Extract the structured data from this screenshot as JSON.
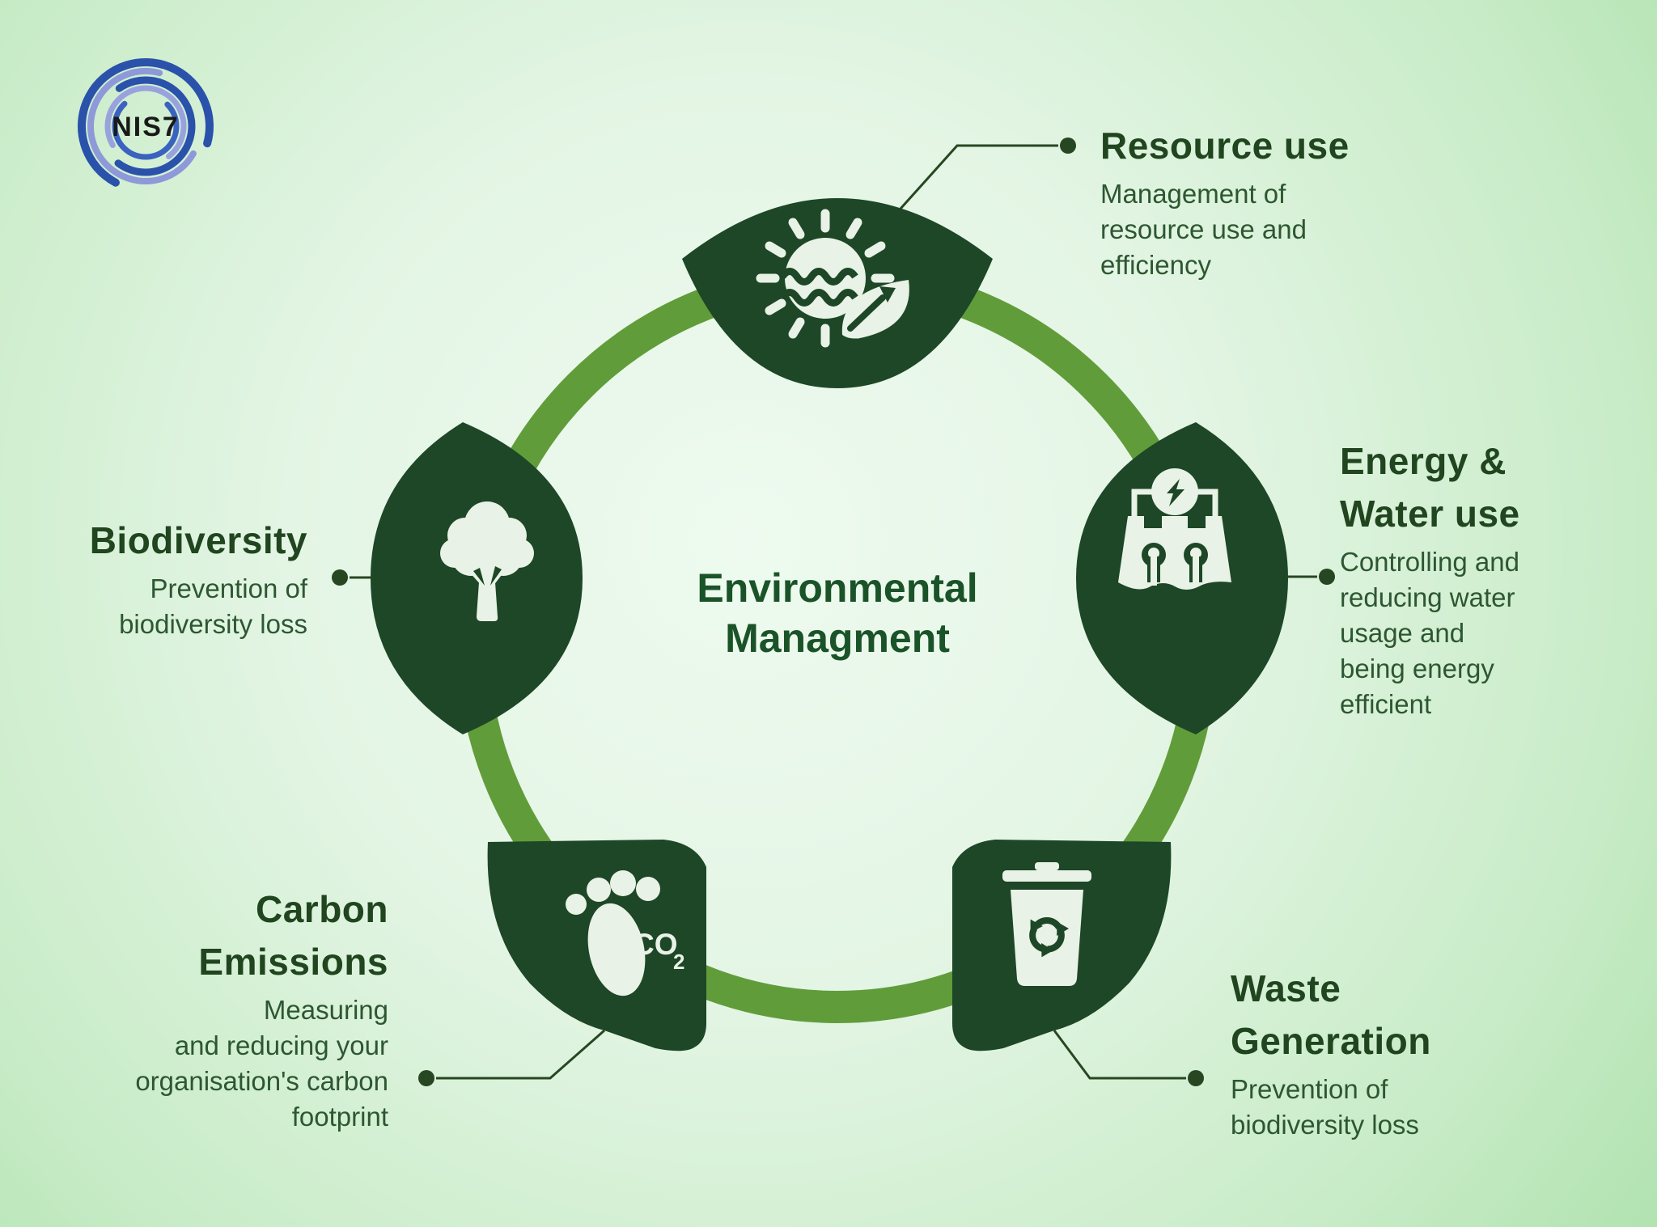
{
  "logo": {
    "text": "NIS7"
  },
  "center_title": {
    "lines": [
      "Environmental",
      "Managment"
    ]
  },
  "sections": [
    {
      "id": "resource-use",
      "title_lines": [
        "Resource use"
      ],
      "desc_lines": [
        "Management of",
        "resource use and",
        "efficiency"
      ],
      "icon": "sun-water-leaf-icon"
    },
    {
      "id": "energy-water-use",
      "title_lines": [
        "Energy &",
        "Water use"
      ],
      "desc_lines": [
        "Controlling and",
        "reducing water",
        "usage and",
        "being energy",
        "efficient"
      ],
      "icon": "hydro-dam-icon"
    },
    {
      "id": "waste-generation",
      "title_lines": [
        "Waste",
        "Generation"
      ],
      "desc_lines": [
        "Prevention of",
        "biodiversity loss"
      ],
      "icon": "recycle-bin-icon"
    },
    {
      "id": "carbon-emissions",
      "title_lines": [
        "Carbon",
        "Emissions"
      ],
      "desc_lines": [
        "Measuring",
        "and reducing your",
        "organisation's carbon",
        "footprint"
      ],
      "icon": "carbon-footprint-icon"
    },
    {
      "id": "biodiversity",
      "title_lines": [
        "Biodiversity"
      ],
      "desc_lines": [
        "Prevention of",
        "biodiversity loss"
      ],
      "icon": "tree-icon"
    }
  ],
  "icon_labels": {
    "co": "CO",
    "co_sub": "2"
  },
  "colors": {
    "ring_green": "#619c3a",
    "leaf_dark_green": "#1d4727",
    "icon_white": "#e9f2e6",
    "title_text": "#20451f",
    "body_text": "#2d5731",
    "connector": "#274722",
    "background_center": "#eefaef",
    "background_edge": "#abe0aa",
    "logo_blue_dark": "#2a52aa",
    "logo_blue_light": "#8d99d8"
  }
}
